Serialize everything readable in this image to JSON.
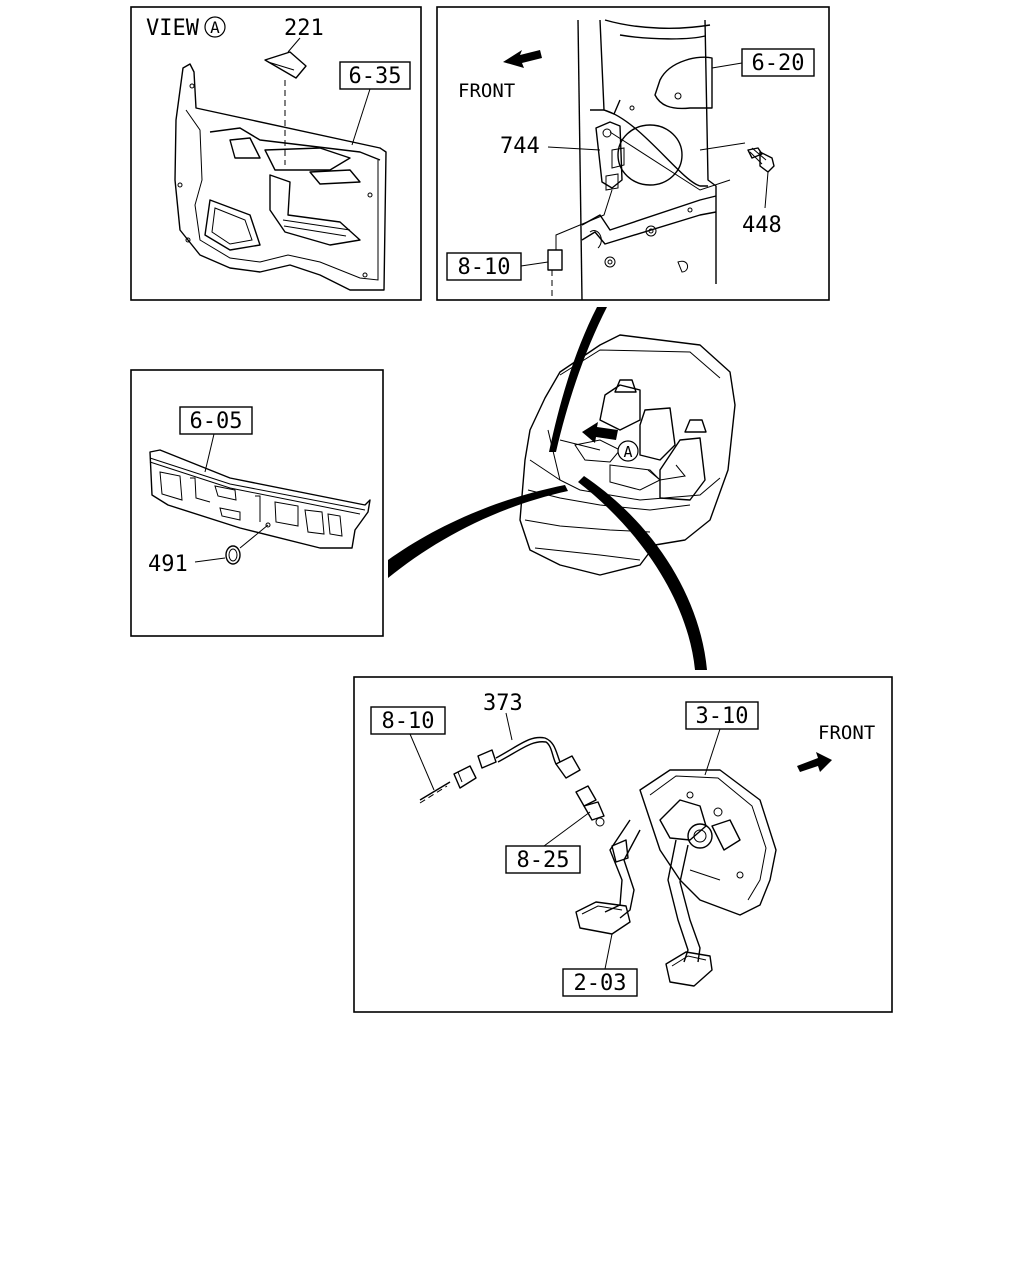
{
  "panels": {
    "view_a": {
      "heading_word": "VIEW",
      "heading_circle": "A",
      "callouts": {
        "part_221": "221",
        "ref_6_35": "6-35"
      }
    },
    "switch": {
      "front_label": "FRONT",
      "callouts": {
        "part_744": "744",
        "part_448": "448",
        "ref_6_20": "6-20",
        "ref_8_10": "8-10"
      }
    },
    "dash_panel": {
      "callouts": {
        "ref_6_05": "6-05",
        "part_491": "491"
      }
    },
    "pedal": {
      "front_label": "FRONT",
      "callouts": {
        "part_373": "373",
        "ref_8_10": "8-10",
        "ref_3_10": "3-10",
        "ref_8_25": "8-25",
        "ref_2_03": "2-03"
      }
    },
    "cab": {
      "circle_label": "A"
    }
  },
  "colors": {
    "line": "#000000",
    "background": "#ffffff"
  }
}
